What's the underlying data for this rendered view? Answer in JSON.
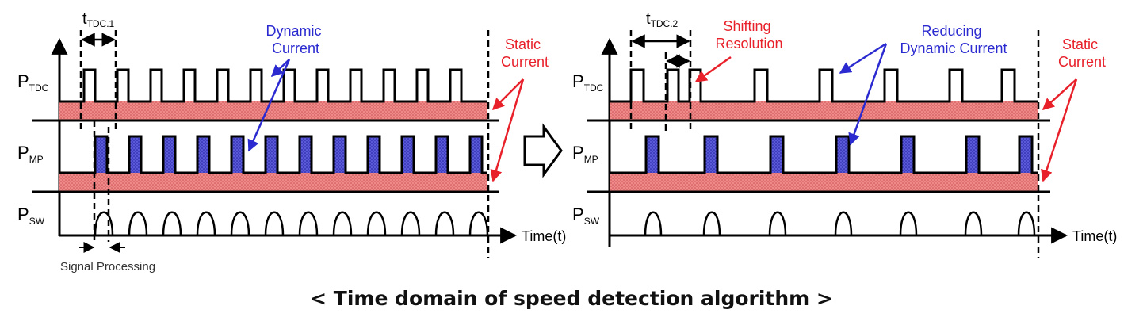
{
  "left_panel": {
    "signals": [
      {
        "base": "P",
        "sub": "TDC"
      },
      {
        "base": "P",
        "sub": "MP"
      },
      {
        "base": "P",
        "sub": "SW"
      }
    ],
    "t_label": {
      "base": "t",
      "sub": "TDC.1"
    },
    "dynamic_label": [
      "Dynamic",
      "Current"
    ],
    "static_label": [
      "Static",
      "Current"
    ],
    "signal_processing": "Signal Processing",
    "time_axis": "Time(t)"
  },
  "right_panel": {
    "signals": [
      {
        "base": "P",
        "sub": "TDC"
      },
      {
        "base": "P",
        "sub": "MP"
      },
      {
        "base": "P",
        "sub": "SW"
      }
    ],
    "t_label": {
      "base": "t",
      "sub": "TDC.2"
    },
    "shifting_label": [
      "Shifting",
      "Resolution"
    ],
    "reducing_label": [
      "Reducing",
      "Dynamic Current"
    ],
    "static_label": [
      "Static",
      "Current"
    ],
    "time_axis": "Time(t)"
  },
  "caption": "< Time domain of speed detection algorithm >",
  "colors": {
    "static_fill": "#f08a8a",
    "dynamic_fill": "#5a5ad8",
    "red_annotation": "#e8202a",
    "blue_annotation": "#2a2ad0"
  }
}
